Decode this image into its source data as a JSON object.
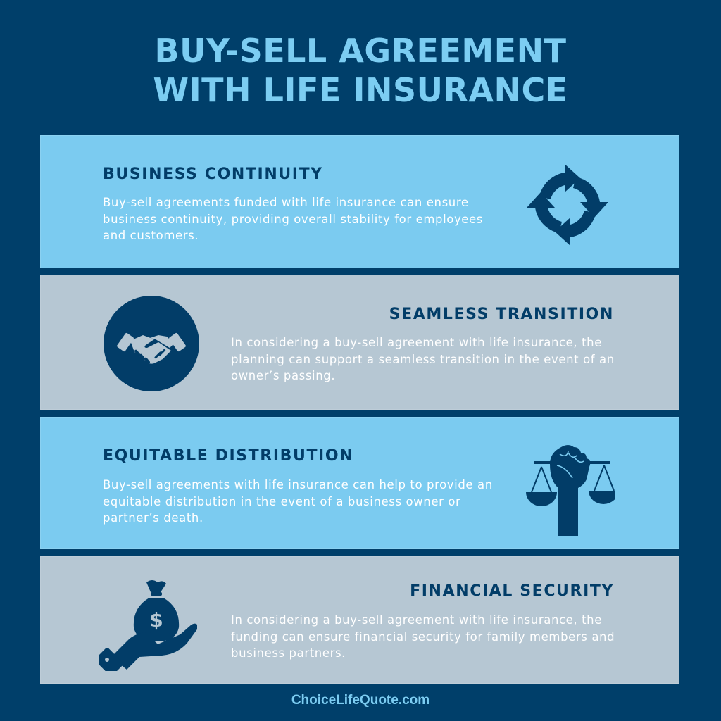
{
  "title": {
    "line1": "BUY-SELL AGREEMENT",
    "line2": "WITH LIFE INSURANCE"
  },
  "colors": {
    "background": "#003f6a",
    "accent_light_blue": "#7bcbf0",
    "panel_gray": "#b6c7d3",
    "heading_navy": "#023d68",
    "title_blue": "#7ccdf2"
  },
  "sections": [
    {
      "heading": "BUSINESS CONTINUITY",
      "body": "Buy-sell agreements funded with life insurance can ensure business continuity, providing overall stability for employees and customers.",
      "icon": "cycle-arrows-icon"
    },
    {
      "heading": "SEAMLESS TRANSITION",
      "body": "In considering a buy-sell agreement with life insurance, the planning can support a seamless transition in the event of an owner’s passing.",
      "icon": "handshake-icon"
    },
    {
      "heading": "EQUITABLE DISTRIBUTION",
      "body": "Buy-sell agreements with life insurance can help to provide an equitable distribution in the event of a business owner or partner’s death.",
      "icon": "fist-scales-icon"
    },
    {
      "heading": "FINANCIAL SECURITY",
      "body": "In considering a buy-sell agreement with life insurance, the funding can ensure financial security for family members and business partners.",
      "icon": "hand-money-bag-icon"
    }
  ],
  "footer": {
    "site": "ChoiceLifeQuote.com"
  }
}
